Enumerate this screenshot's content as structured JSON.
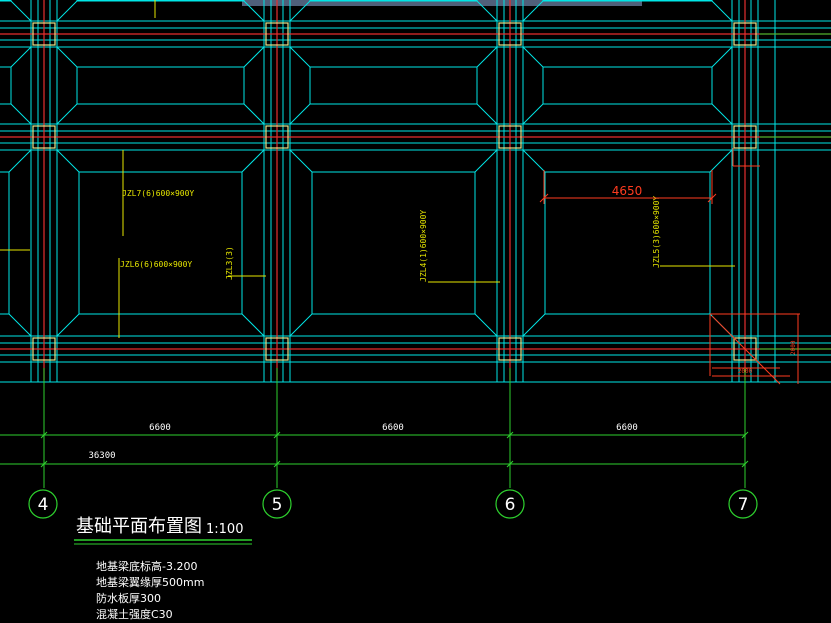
{
  "colors": {
    "background": "#000000",
    "beam": "#00e6e6",
    "axis": "#e62e2e",
    "dim_line": "#2ed12e",
    "column": "#e6e68c",
    "beam_label": "#e6e600",
    "highlight": "#ff3b1f",
    "text": "#ffffff",
    "viewport_bar": "#50607a"
  },
  "grid_axes": [
    {
      "id": "4",
      "label": "4"
    },
    {
      "id": "5",
      "label": "5"
    },
    {
      "id": "6",
      "label": "6"
    },
    {
      "id": "7",
      "label": "7"
    }
  ],
  "dimensions": {
    "spans": [
      "6600",
      "6600",
      "6600"
    ],
    "total": "36300",
    "highlight": "4650",
    "small_v": "2000",
    "small_h": "2000"
  },
  "beam_labels": [
    "JZL7(6)600×900Y",
    "JZL6(6)600×900Y",
    "JZL3(3)",
    "JZL4(1)600×900Y",
    "JZL5(3)600×900Y"
  ],
  "drawing": {
    "title": "基础平面布置图",
    "scale": "1:100"
  },
  "notes": [
    "地基梁底标高-3.200",
    "地基梁翼缘厚500mm",
    "防水板厚300",
    "混凝土强度C30"
  ]
}
